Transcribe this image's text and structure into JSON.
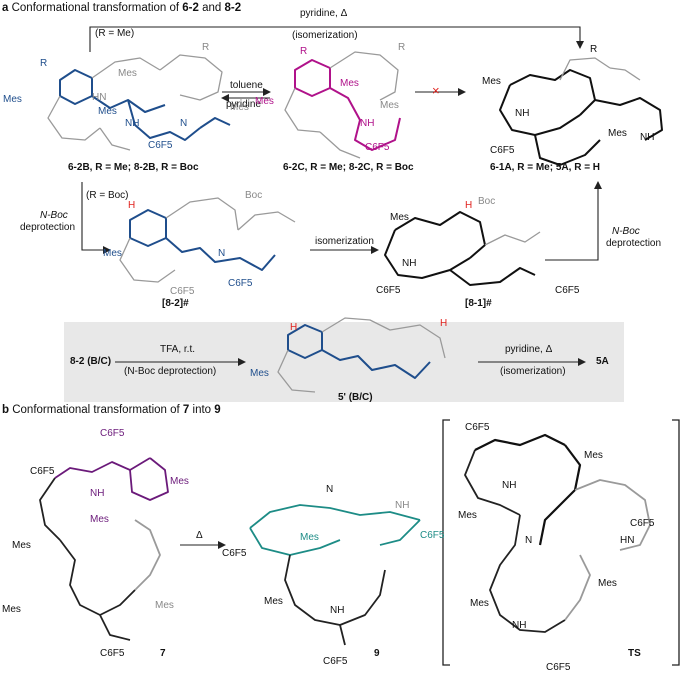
{
  "section_a": {
    "letter": "a",
    "title_prefix": "Conformational transformation of ",
    "title_c1": "6-2",
    "title_mid": " and ",
    "title_c2": "8-2",
    "top_arrow_label1": "pyridine, Δ",
    "top_arrow_label2": "(isomerization)",
    "r_me": "(R = Me)",
    "eq_top": "toluene",
    "eq_bottom": "pyridine",
    "cross": "×",
    "cap_left": "6-2B, R = Me; 8-2B, R = Boc",
    "cap_mid": "6-2C, R = Me; 8-2C, R = Boc",
    "cap_right": "6-1A, R = Me; 5A, R = H",
    "r_boc": "(R = Boc)",
    "deprot_left1": "N-Boc",
    "deprot_left2": "deprotection",
    "deprot_right1": "N-Boc",
    "deprot_right2": "deprotection",
    "isomerization": "isomerization",
    "cap_82": "[8-2]#",
    "cap_81": "[8-1]#",
    "panel_left": "8-2 (B/C)",
    "panel_tfa1": "TFA, r.t.",
    "panel_tfa2": "(N-Boc deprotection)",
    "panel_mid": "5' (B/C)",
    "panel_py1": "pyridine, Δ",
    "panel_py2": "(isomerization)",
    "panel_right": "5A"
  },
  "section_b": {
    "letter": "b",
    "title_prefix": "Conformational transformation of ",
    "title_c1": "7",
    "title_mid": " into ",
    "title_c2": "9",
    "arrow": "Δ",
    "cap_7": "7",
    "cap_9": "9",
    "cap_ts": "TS"
  },
  "atom_labels": {
    "mes": "Mes",
    "c6f5": "C6F5",
    "nh": "NH",
    "hn": "HN",
    "n": "N",
    "r": "R",
    "h": "H",
    "boc": "Boc"
  },
  "colors": {
    "blue": "#1f4e8c",
    "magenta": "#b0128a",
    "gray": "#9a9a9a",
    "purple": "#6b1a7a",
    "teal": "#1d8c86",
    "red": "#e0211d",
    "panel": "#e8e8e8"
  }
}
